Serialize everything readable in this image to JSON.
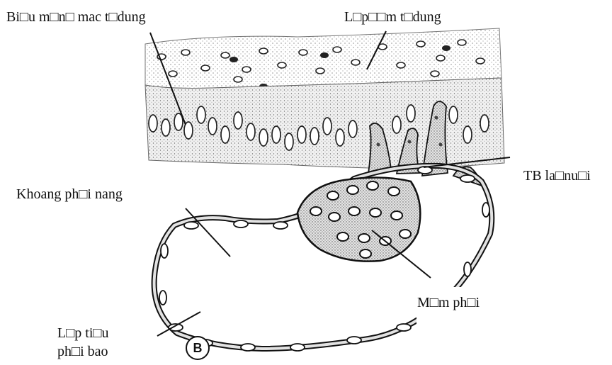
{
  "labels": {
    "endometrium": "Bi□u m□n□ mac t□dung",
    "decidual_layer": "L□p□□m t□dung",
    "trophoblast": "TB la□nu□i",
    "blastocyst_cavity": "Khoang ph□i nang",
    "embryo_bud": "M□m ph□i",
    "layer_line1": "L□p ti□u",
    "layer_line2": "ph□i bao",
    "figure_letter": "B"
  },
  "colors": {
    "ink": "#111111",
    "stipple": "#d4d4d4",
    "cell_fill": "#f4f4f4",
    "nucleus": "#333333"
  }
}
